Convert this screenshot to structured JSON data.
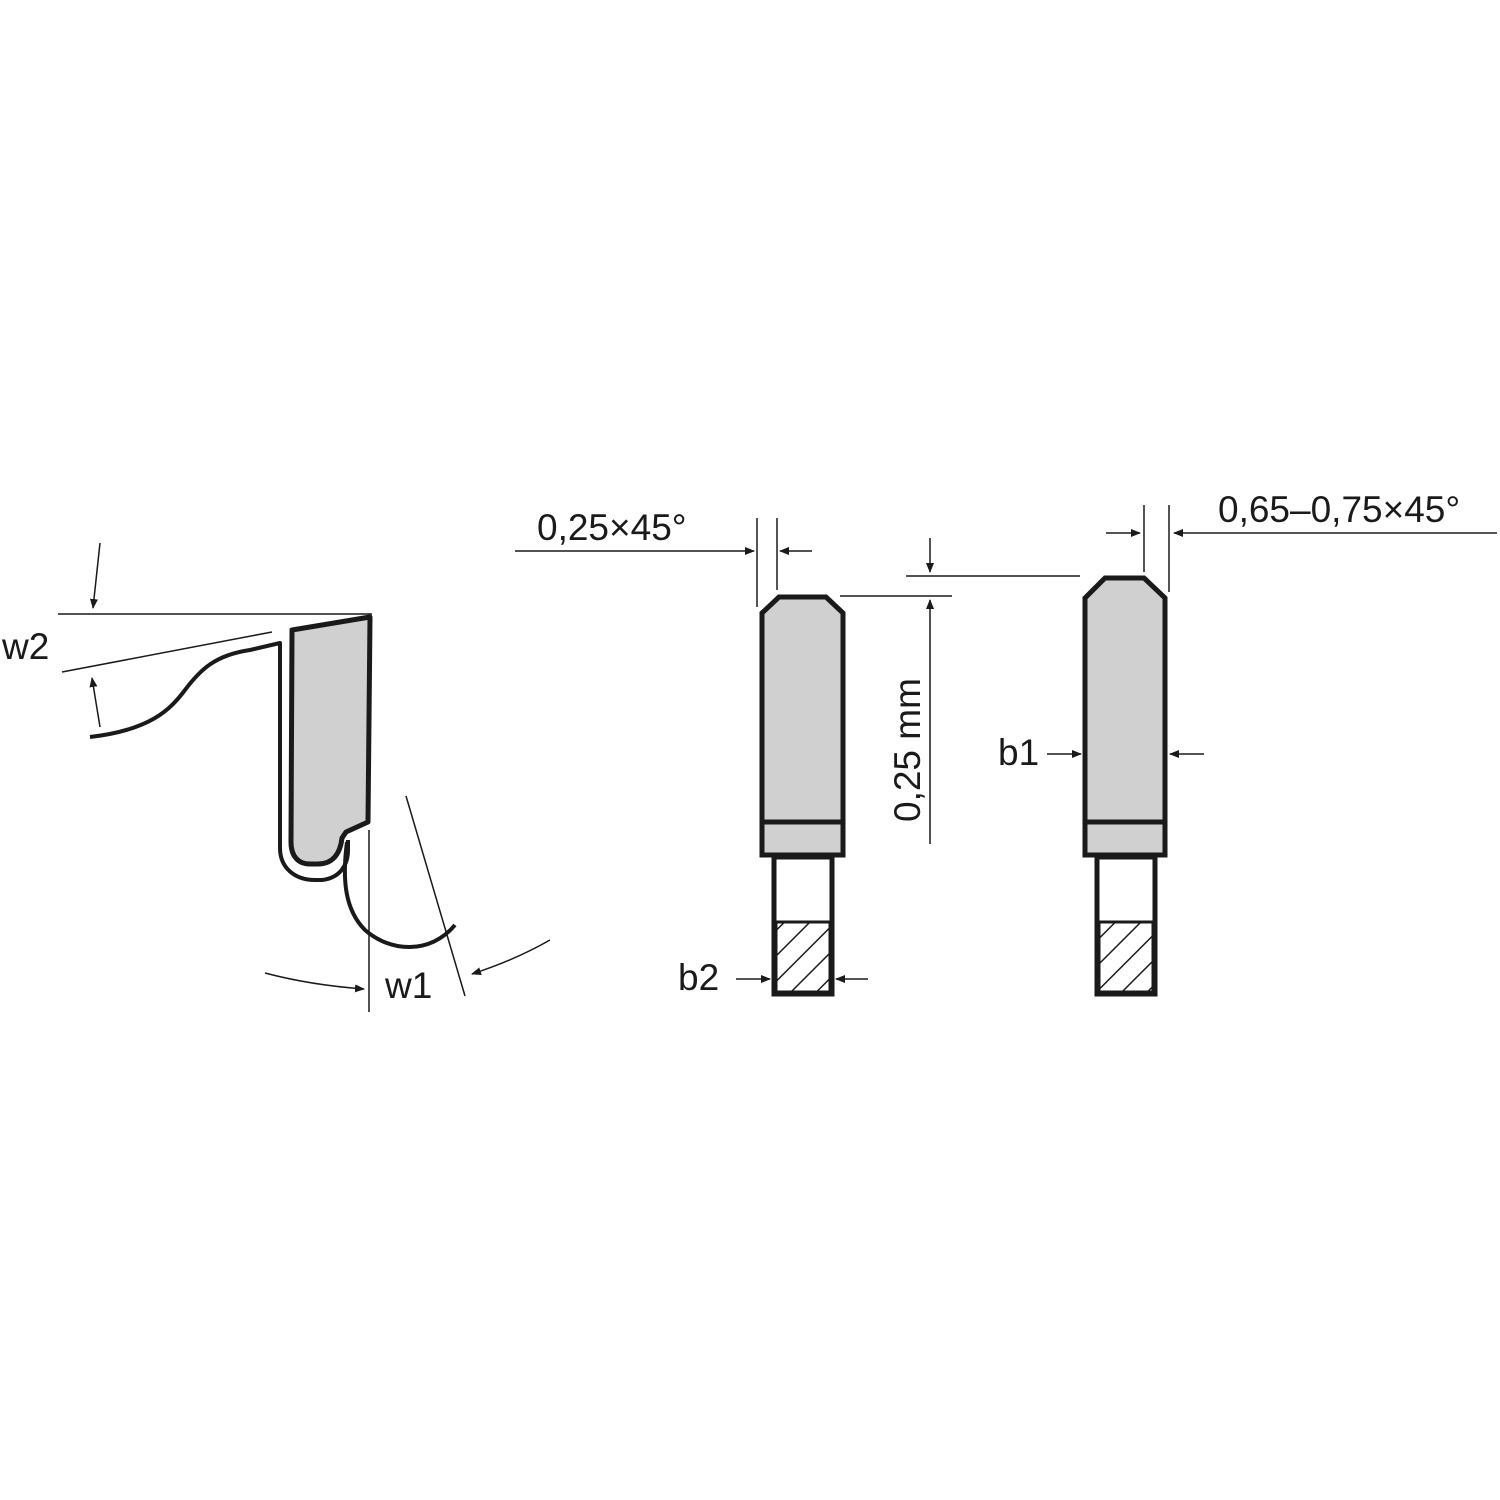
{
  "colors": {
    "background": "#ffffff",
    "line": "#1a1a1a",
    "fill": "#d0d0d0"
  },
  "side_view": {
    "labels": {
      "clearance_angle": "w2",
      "rake_angle": "w1"
    }
  },
  "tooth_left": {
    "labels": {
      "chamfer": "0,25×45°",
      "width": "b2",
      "height_offset": "0,25 mm"
    }
  },
  "tooth_right": {
    "labels": {
      "chamfer": "0,65–0,75×45°",
      "width": "b1"
    }
  }
}
